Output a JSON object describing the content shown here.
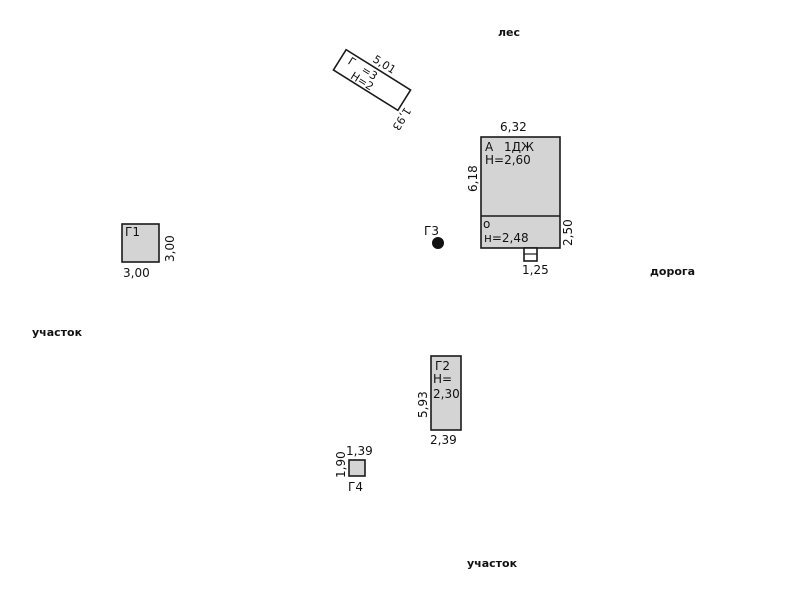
{
  "sides": {
    "forest": "лес",
    "road": "дорога",
    "plot_left": "участок",
    "plot_bottom": "участок"
  },
  "buildings": {
    "main_house": {
      "top_label": "А",
      "top_code": "1ДЖ",
      "top_height": "Н=2,60",
      "bottom_label": "о",
      "bottom_height": "н=2,48",
      "width": "6,32",
      "depth_main": "6,18",
      "depth_annex": "2,50",
      "porch_width": "1,25"
    },
    "g1": {
      "label": "Г1",
      "width": "3,00",
      "depth": "3,00"
    },
    "g2": {
      "label": "Г2",
      "height_label": "Н=",
      "height_value": "2,30",
      "width": "2,39",
      "depth": "5,93"
    },
    "g3": {
      "label": "Г3"
    },
    "g4": {
      "label": "Г4",
      "width": "1,39",
      "depth": "1,90"
    },
    "g5": {
      "label": "Г",
      "sub_label": "=3",
      "sub_label2": "Н=2",
      "length": "5,01",
      "width": "1,93"
    }
  }
}
